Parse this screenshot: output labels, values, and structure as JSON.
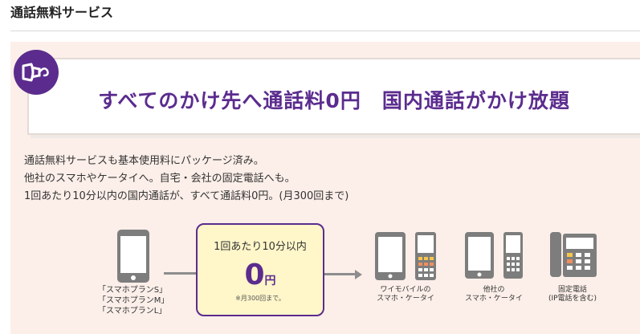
{
  "section": {
    "title": "通話無料サービス"
  },
  "banner": {
    "headline": "すべてのかけ先へ通話料0円　国内通話がかけ放題"
  },
  "description": {
    "lines": [
      "通話無料サービスも基本使用料にパッケージ済み。",
      "他社のスマホやケータイへ。自宅・会社の固定電話へも。",
      "1回あたり10分以内の国内通話が、すべて通話料0円。(月300回まで)"
    ]
  },
  "diagram": {
    "plans": [
      "「スマホプランS」",
      "「スマホプランM」",
      "「スマホプランL」"
    ],
    "center": {
      "line1": "1回あたり10分以内",
      "value": "0",
      "unit": "円",
      "note": "※月300回まで。"
    },
    "targets": [
      {
        "line1": "ワイモバイルの",
        "line2": "スマホ・ケータイ"
      },
      {
        "line1": "他社の",
        "line2": "スマホ・ケータイ"
      },
      {
        "line1": "固定電話",
        "line2": "(IP電話を含む)"
      }
    ]
  },
  "colors": {
    "brand": "#5b2c8e",
    "panel": "#fcefe9",
    "box": "#fff6c9",
    "device": "#7d7d7d"
  }
}
